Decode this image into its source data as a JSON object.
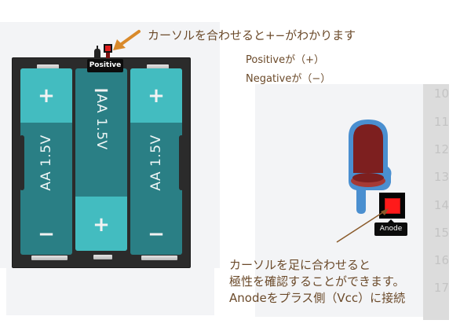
{
  "annotations": {
    "top_caption": "カーソルを合わせると+−がわかります",
    "positive_note": "Positiveが（+）",
    "negative_note": "Negativeが（−）",
    "bottom_caption": [
      "カーソルを足に合わせると",
      "極性を確認することができます。",
      "Anodeをプラス側（Vcc）に接続"
    ]
  },
  "battery_pack": {
    "tooltip": "Positive",
    "cells": [
      {
        "label": "AA 1.5V",
        "top_sign": "+",
        "bottom_sign": "−",
        "orientation": "up"
      },
      {
        "label": "AA 1.5V",
        "top_sign": "−",
        "bottom_sign": "+",
        "orientation": "down"
      },
      {
        "label": "AA 1.5V",
        "top_sign": "+",
        "bottom_sign": "−",
        "orientation": "up"
      }
    ]
  },
  "led": {
    "tooltip": "Anode",
    "color": "#7d1f1f",
    "outline_color": "#4a8fd0"
  },
  "ruler": {
    "numbers": [
      "10",
      "11",
      "12",
      "13",
      "14",
      "15",
      "16",
      "17"
    ]
  },
  "colors": {
    "arrow": "#d98a2b",
    "caption_text": "#6b4a2a",
    "battery_body": "#2a7f85",
    "battery_cap": "#43bcc0",
    "pin_highlight": "#ff1a1a"
  }
}
